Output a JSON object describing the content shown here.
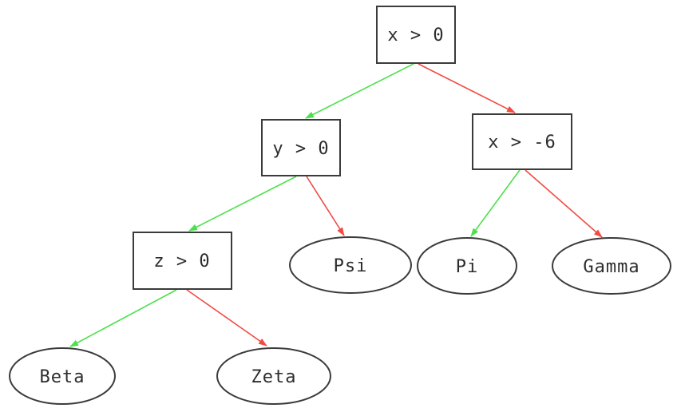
{
  "diagram": {
    "type": "decision-tree",
    "background_color": "#ffffff",
    "colors": {
      "node_border": "#3b3b3b",
      "node_fill": "#ffffff",
      "text": "#2d2d2d",
      "true_branch": "#4ce04c",
      "false_branch": "#f14b42"
    },
    "nodes": {
      "root": {
        "label": "x > 0",
        "shape": "box"
      },
      "y_gt_0": {
        "label": "y > 0",
        "shape": "box"
      },
      "x_gt_neg6": {
        "label": "x > -6",
        "shape": "box"
      },
      "z_gt_0": {
        "label": "z > 0",
        "shape": "box"
      },
      "psi": {
        "label": "Psi",
        "shape": "ellipse"
      },
      "pi": {
        "label": "Pi",
        "shape": "ellipse"
      },
      "gamma": {
        "label": "Gamma",
        "shape": "ellipse"
      },
      "beta": {
        "label": "Beta",
        "shape": "ellipse"
      },
      "zeta": {
        "label": "Zeta",
        "shape": "ellipse"
      }
    },
    "edges": [
      {
        "from": "x > 0",
        "to": "y > 0",
        "branch": "true",
        "color": "#4ce04c"
      },
      {
        "from": "x > 0",
        "to": "x > -6",
        "branch": "false",
        "color": "#f14b42"
      },
      {
        "from": "y > 0",
        "to": "z > 0",
        "branch": "true",
        "color": "#4ce04c"
      },
      {
        "from": "y > 0",
        "to": "Psi",
        "branch": "false",
        "color": "#f14b42"
      },
      {
        "from": "x > -6",
        "to": "Pi",
        "branch": "true",
        "color": "#4ce04c"
      },
      {
        "from": "x > -6",
        "to": "Gamma",
        "branch": "false",
        "color": "#f14b42"
      },
      {
        "from": "z > 0",
        "to": "Beta",
        "branch": "true",
        "color": "#4ce04c"
      },
      {
        "from": "z > 0",
        "to": "Zeta",
        "branch": "false",
        "color": "#f14b42"
      }
    ]
  }
}
